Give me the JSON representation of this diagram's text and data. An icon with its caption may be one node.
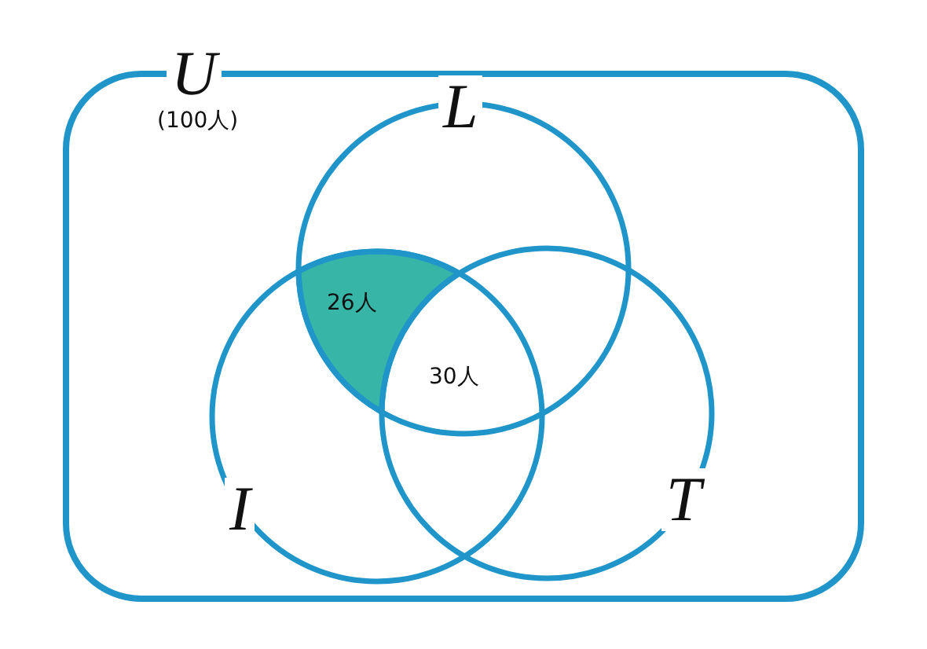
{
  "diagram": {
    "nodes": [
      {
        "text": [
          "U",
          "(100人)"
        ]
      },
      {
        "text": [
          "L"
        ],
        "in": 0
      },
      {
        "text": [
          "I"
        ],
        "in": 0
      },
      {
        "text": [
          "T"
        ],
        "in": 0
      },
      {
        "text": [
          "26人"
        ]
      }
    ],
    "labels": [
      "30人"
    ]
  }
}
